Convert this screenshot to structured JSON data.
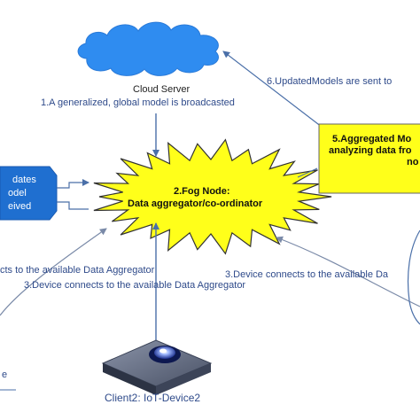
{
  "cloud": {
    "title": "Cloud Server",
    "broadcast": "1.A generalized, global  model is broadcasted",
    "color": "#2f8cf0"
  },
  "updated_models": "6.UpdatedModels are sent to",
  "fog_node": {
    "title": "2.Fog Node:",
    "subtitle": "Data aggregator/co-ordinator",
    "color": "#ffff1a"
  },
  "aggregated_box": {
    "line1": "5.Aggregated Mo",
    "line2": "analyzing data fro",
    "line3": "no",
    "color": "#ffff1a"
  },
  "left_box": {
    "line1": "dates",
    "line2": "odel",
    "line3": "eived",
    "color": "#1f6fd0"
  },
  "connections": {
    "left_partial": "cts to the available Data Aggregator",
    "center": "3.Device connects to  the  available Data Aggregator",
    "right": "3.Device connects to the available  Da"
  },
  "bottom_left_fragment": "e",
  "client2": {
    "label": "Client2: IoT-Device2"
  }
}
